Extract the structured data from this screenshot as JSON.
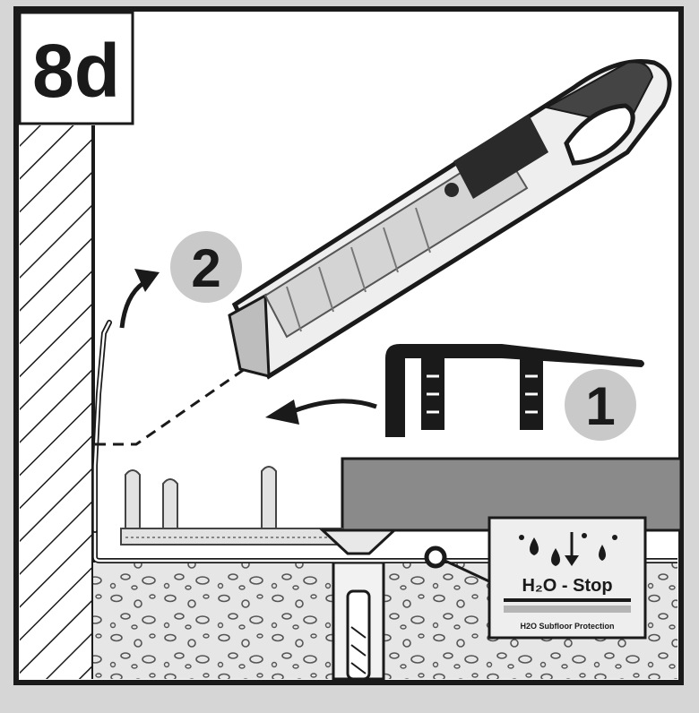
{
  "step_label": "8d",
  "markers": [
    {
      "label": "1"
    },
    {
      "label": "2"
    }
  ],
  "badge": {
    "title": "H₂O - Stop",
    "subtitle": "H2O Subfloor Protection"
  },
  "colors": {
    "frame_background": "#d6d6d6",
    "panel": "#ffffff",
    "ink": "#1a1a1a",
    "marker_fill": "#c9c9c9",
    "floor_board": "#8a8a8a",
    "profile_base": "#e2e2e2",
    "concrete": "#e6e6e6"
  },
  "icons": {
    "knife": "utility-knife-icon",
    "arrow": "curved-arrow-icon",
    "drops": "water-drops-icon"
  }
}
